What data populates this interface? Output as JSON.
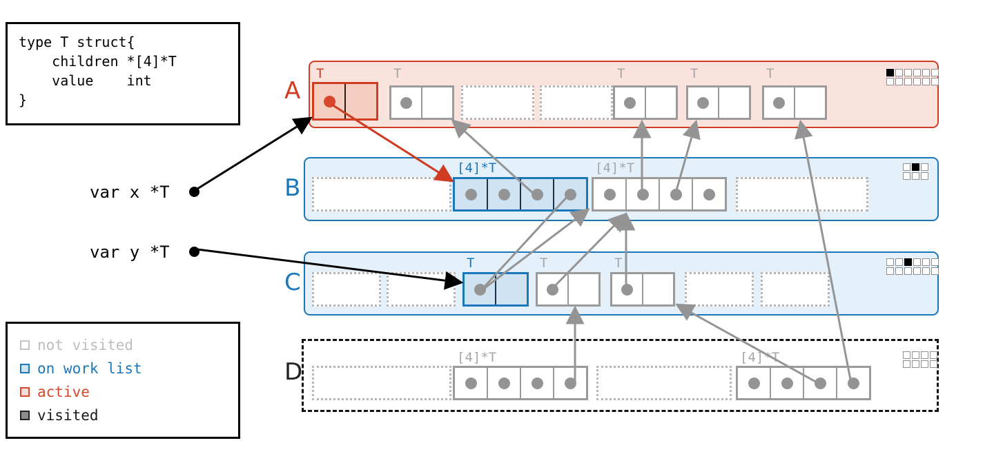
{
  "code_box": {
    "text": "type T struct{\n    children *[4]*T\n    value    int\n}"
  },
  "legend": {
    "items": [
      {
        "label": "not visited",
        "state": "not-visited",
        "color": "#bdbdbd"
      },
      {
        "label": "on work list",
        "state": "on-work-list",
        "color": "#1b77bb"
      },
      {
        "label": "active",
        "state": "active",
        "color": "#d8472b"
      },
      {
        "label": "visited",
        "state": "visited",
        "color": "#1a1a1a"
      }
    ]
  },
  "variables": [
    {
      "label": "var x *T",
      "points_to": "A.block.0"
    },
    {
      "label": "var y *T",
      "points_to": "C.block.2"
    }
  ],
  "rows": [
    {
      "id": "A",
      "label": "A",
      "label_color": "#cf3c22",
      "state": "active",
      "bitmap": {
        "cols": 6,
        "rows": 2,
        "filled": [
          0
        ]
      },
      "blocks": [
        {
          "tag": "T",
          "tag_color": "#cf3c22",
          "style": "active",
          "cells": 2,
          "dots": [
            0
          ],
          "dot_color": "#d8472b"
        },
        {
          "tag": "T",
          "tag_color": "#a6a6a6",
          "style": "not-visited",
          "cells": 2,
          "dots": [
            0
          ]
        },
        {
          "tag": "",
          "style": "free",
          "cells": 0
        },
        {
          "tag": "",
          "style": "free",
          "cells": 0
        },
        {
          "tag": "T",
          "tag_color": "#a6a6a6",
          "style": "not-visited",
          "cells": 2,
          "dots": [
            0
          ]
        },
        {
          "tag": "T",
          "tag_color": "#a6a6a6",
          "style": "not-visited",
          "cells": 2,
          "dots": [
            0
          ]
        },
        {
          "tag": "T",
          "tag_color": "#a6a6a6",
          "style": "not-visited",
          "cells": 2,
          "dots": [
            0
          ]
        }
      ]
    },
    {
      "id": "B",
      "label": "B",
      "label_color": "#1b77bb",
      "state": "on-work-list",
      "bitmap": {
        "cols": 3,
        "rows": 2,
        "filled": [
          1
        ]
      },
      "blocks": [
        {
          "tag": "",
          "style": "free",
          "cells": 0
        },
        {
          "tag": "[4]*T",
          "tag_color": "#1b77bb",
          "style": "on-work-list",
          "cells": 4,
          "dots": [
            0,
            1,
            2,
            3
          ]
        },
        {
          "tag": "[4]*T",
          "tag_color": "#a6a6a6",
          "style": "not-visited",
          "cells": 4,
          "dots": [
            0,
            1,
            2,
            3
          ]
        },
        {
          "tag": "",
          "style": "free",
          "cells": 0
        }
      ]
    },
    {
      "id": "C",
      "label": "C",
      "label_color": "#1b77bb",
      "state": "on-work-list",
      "bitmap": {
        "cols": 6,
        "rows": 2,
        "filled": [
          2
        ]
      },
      "blocks": [
        {
          "tag": "",
          "style": "free",
          "cells": 0
        },
        {
          "tag": "",
          "style": "free",
          "cells": 0
        },
        {
          "tag": "T",
          "tag_color": "#1b77bb",
          "style": "on-work-list",
          "cells": 2,
          "dots": [
            0
          ]
        },
        {
          "tag": "T",
          "tag_color": "#a6a6a6",
          "style": "not-visited",
          "cells": 2,
          "dots": [
            0
          ]
        },
        {
          "tag": "T",
          "tag_color": "#a6a6a6",
          "style": "not-visited",
          "cells": 2,
          "dots": [
            0
          ]
        },
        {
          "tag": "",
          "style": "free",
          "cells": 0
        },
        {
          "tag": "",
          "style": "free",
          "cells": 0
        }
      ]
    },
    {
      "id": "D",
      "label": "D",
      "label_color": "#222222",
      "state": "free",
      "bitmap": {
        "cols": 4,
        "rows": 2,
        "filled": []
      },
      "blocks": [
        {
          "tag": "",
          "style": "free",
          "cells": 0
        },
        {
          "tag": "[4]*T",
          "tag_color": "#a6a6a6",
          "style": "not-visited",
          "cells": 4,
          "dots": [
            0,
            1,
            2,
            3
          ]
        },
        {
          "tag": "",
          "style": "free",
          "cells": 0
        },
        {
          "tag": "[4]*T",
          "tag_color": "#a6a6a6",
          "style": "not-visited",
          "cells": 4,
          "dots": [
            0,
            1,
            2,
            3
          ]
        }
      ]
    }
  ],
  "colors": {
    "active": "#cf3c22",
    "active_fill": "#f5cdc1",
    "active_row_bg": "#fae2dd",
    "worklist": "#1b77bb",
    "worklist_fill": "#cfe3f2",
    "worklist_row_bg": "#e4f1fa",
    "not_visited": "#9a9a9a",
    "dot": "#949494",
    "visited": "#000000"
  }
}
